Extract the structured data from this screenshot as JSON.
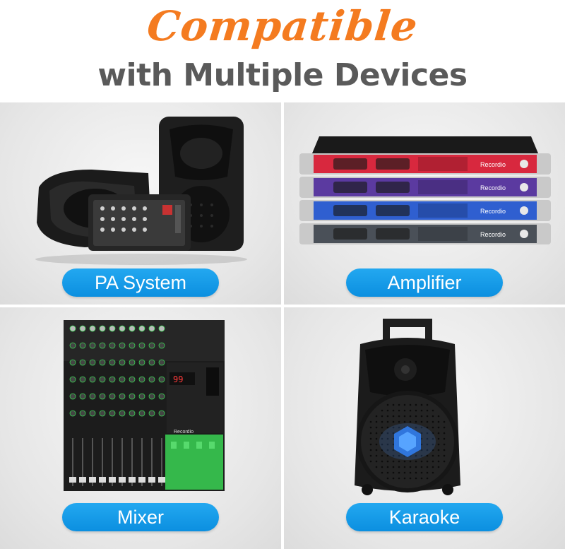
{
  "header": {
    "title": "Compatible",
    "subtitle": "with Multiple Devices"
  },
  "panels": [
    {
      "label": "PA System",
      "icon": "pa-system"
    },
    {
      "label": "Amplifier",
      "icon": "amplifier-rack"
    },
    {
      "label": "Mixer",
      "icon": "mixer-console"
    },
    {
      "label": "Karaoke",
      "icon": "karaoke-speaker"
    }
  ],
  "amplifier": {
    "brand": "Recordio",
    "unit_colors": [
      "#d8283e",
      "#5b3aa0",
      "#2f5fd0",
      "#4a5058"
    ]
  },
  "mixer": {
    "brand": "Recordio"
  },
  "colors": {
    "title_orange": "#f47b20",
    "subtitle_gray": "#5a5a5a",
    "pill_blue": "#1a9ce8",
    "mixer_green": "#39d353"
  }
}
